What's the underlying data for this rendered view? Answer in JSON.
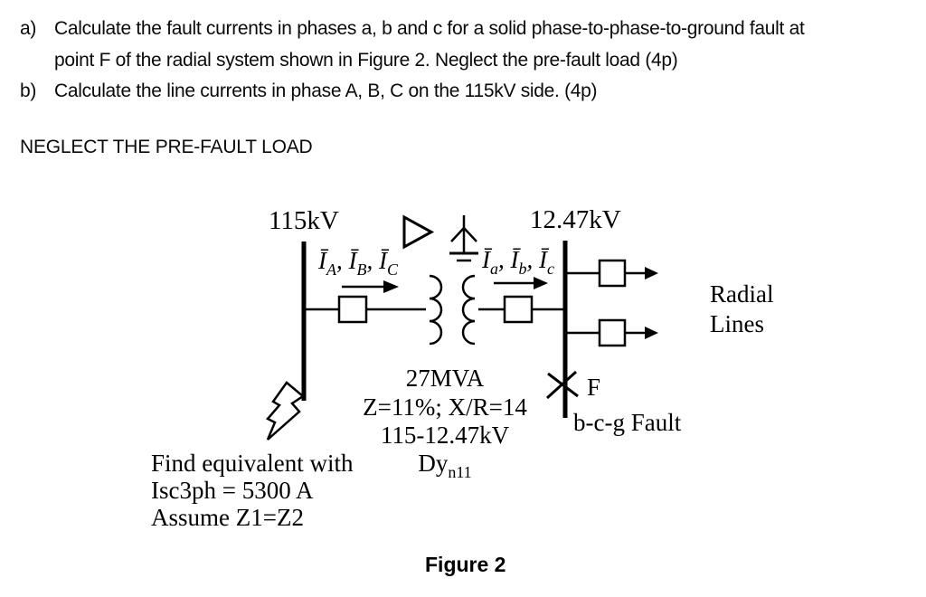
{
  "problem": {
    "item_a_marker": "a)",
    "item_a_line1": "Calculate the fault currents in phases a, b and c for a solid phase-to-phase-to-ground fault at",
    "item_a_line2": "point F of the radial system shown in Figure 2. Neglect the pre-fault load (4p)",
    "item_b_marker": "b)",
    "item_b_text": "Calculate the line currents in phase A, B, C on the 115kV side. (4p)",
    "note": "NEGLECT THE PRE-FAULT LOAD"
  },
  "figure": {
    "caption": "Figure 2",
    "bus_115_label": "115kV",
    "bus_1247_label": "12.47kV",
    "currents_115": {
      "p1": "Ī",
      "s1": "A",
      "p2": ", Ī",
      "s2": "B",
      "p3": ", Ī",
      "s3": "C"
    },
    "currents_1247": {
      "p1": "Ī",
      "s1": "a",
      "p2": ", Ī",
      "s2": "b",
      "p3": ", Ī",
      "s3": "c"
    },
    "transformer": {
      "rating": "27MVA",
      "impedance": "Z=11%; X/R=14",
      "voltages": "115-12.47kV",
      "vector_group_main": "Dy",
      "vector_group_sub": "n11"
    },
    "source_note": {
      "line1": "Find equivalent with",
      "line2": "Isc3ph = 5300  A",
      "line3": "Assume Z1=Z2"
    },
    "radial_lines": {
      "line1": "Radial",
      "line2": "Lines"
    },
    "fault": {
      "point_label": "F",
      "type_label": "b-c-g Fault"
    }
  },
  "colors": {
    "ink": "#000000",
    "background": "#ffffff"
  }
}
